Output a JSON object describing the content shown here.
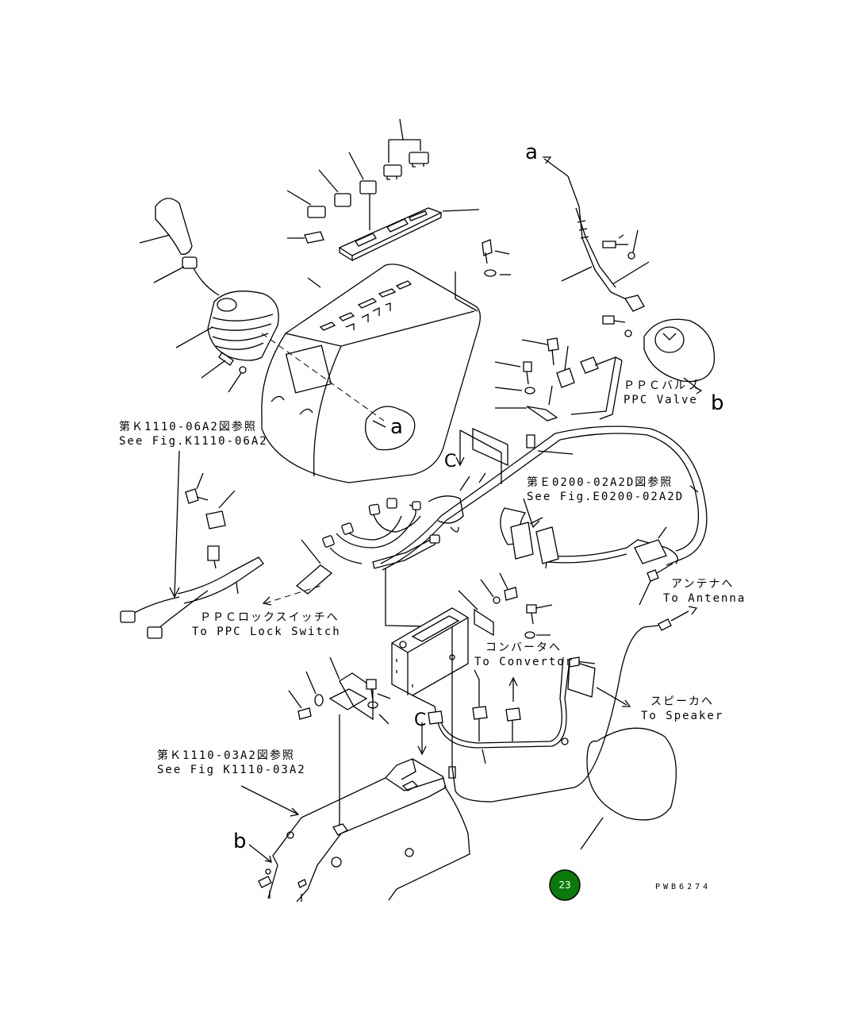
{
  "labels": {
    "ppc_valve_jp": "ＰＰＣバルブ",
    "ppc_valve_en": "PPC Valve",
    "see_k1110_06_jp": "第Ｋ1110-06A2図参照",
    "see_k1110_06_en": "See Fig.K1110-06A2",
    "see_e0200_jp": "第Ｅ0200-02A2D図参照",
    "see_e0200_en": "See Fig.E0200-02A2D",
    "antenna_jp": "アンテナへ",
    "antenna_en": "To Antenna",
    "ppc_lock_jp": "ＰＰＣロックスイッチへ",
    "ppc_lock_en": "To PPC Lock Switch",
    "convertor_jp": "コンバータへ",
    "convertor_en": "To Convertor",
    "speaker_jp": "スピーカへ",
    "speaker_en": "To Speaker",
    "see_k1110_03_jp": "第Ｋ1110-03A2図参照",
    "see_k1110_03_en": "See Fig K1110-03A2",
    "ref_a_top": "a",
    "ref_a_console": "a",
    "ref_b_valve": "b",
    "ref_b_bottom": "b",
    "ref_c_upper": "C",
    "ref_c_lower": "C",
    "drawing_code": "PWB6274"
  },
  "badge": {
    "number": "23",
    "color": "#0a7a0a"
  }
}
